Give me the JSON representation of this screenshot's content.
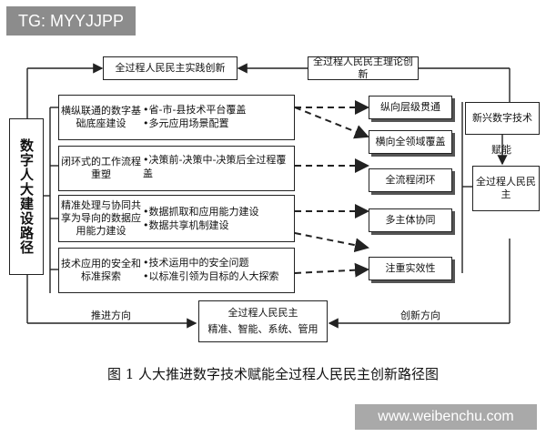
{
  "watermarks": {
    "top_left": "TG: MYYJJPP",
    "bottom_right": "www.weibenchu.com"
  },
  "top_boxes": {
    "practice": "全过程人民民主实践创新",
    "theory": "全过程人民民主理论创新"
  },
  "left_box": "数字人大建设路径",
  "groups": [
    {
      "label": "横纵联通的数字基础底座建设",
      "items": [
        "•省-市-县技术平台覆盖",
        "•多元应用场景配置"
      ]
    },
    {
      "label": "闭环式的工作流程重塑",
      "items": [
        "•决策前-决策中-决策后全过程覆盖"
      ]
    },
    {
      "label": "精准处理与协同共享为导向的数据应用能力建设",
      "items": [
        "•数据抓取和应用能力建设",
        "•数据共享机制建设"
      ]
    },
    {
      "label": "技术应用的安全和标准探索",
      "items": [
        "•技术运用中的安全问题",
        "•以标准引领为目标的人大探索"
      ]
    }
  ],
  "right_boxes": [
    "纵向层级贯通",
    "横向全领域覆盖",
    "全流程闭环",
    "多主体协同",
    "注重实效性"
  ],
  "far_right": {
    "tech": "新兴数字技术",
    "empower": "赋能",
    "democracy": "全过程人民民主"
  },
  "bottom_box": {
    "line1": "全过程人民民主",
    "line2": "精准、智能、系统、管用"
  },
  "arrow_labels": {
    "advance": "推进方向",
    "innovate": "创新方向"
  },
  "caption": "图 1    人大推进数字技术赋能全过程人民民主创新路径图"
}
